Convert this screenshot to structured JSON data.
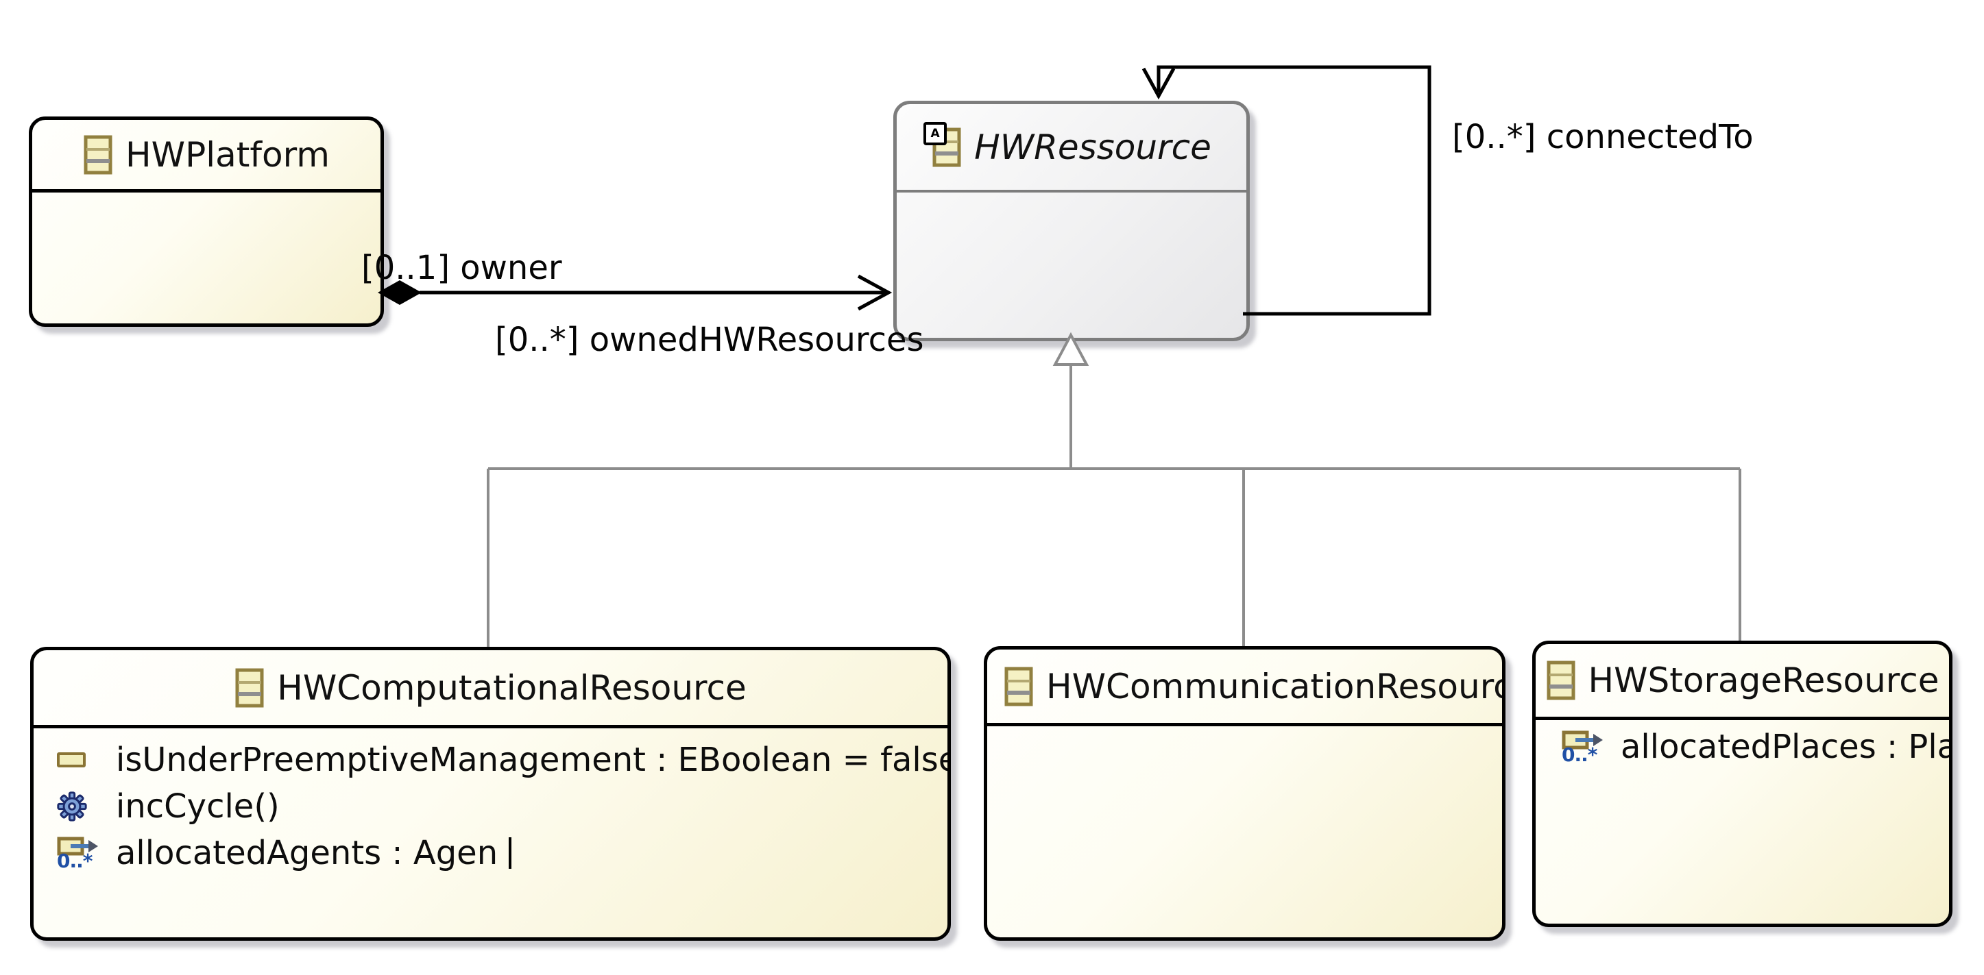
{
  "diagram_type": "ecore-class-diagram",
  "classes": [
    {
      "name": "HWPlatform",
      "abstract": false,
      "members": []
    },
    {
      "name": "HWRessource",
      "abstract": true,
      "members": []
    },
    {
      "name": "HWComputationalResource",
      "abstract": false,
      "members": [
        {
          "kind": "attribute",
          "label": "isUnderPreemptiveManagement : EBoolean = false"
        },
        {
          "kind": "operation",
          "label": "incCycle()"
        },
        {
          "kind": "reference",
          "label": "allocatedAgents : Agen",
          "multiplicity": "0..*",
          "editing_caret": true
        }
      ]
    },
    {
      "name": "HWCommunicationResource",
      "abstract": false,
      "members": []
    },
    {
      "name": "HWStorageResource",
      "abstract": false,
      "members": [
        {
          "kind": "reference",
          "label": "allocatedPlaces : Place",
          "multiplicity": "0..*"
        }
      ]
    }
  ],
  "edges": {
    "composition": {
      "source": "HWPlatform",
      "target": "HWRessource",
      "source_label": "[0..1] owner",
      "target_label": "[0..*] ownedHWResources"
    },
    "self_association": {
      "class": "HWRessource",
      "label": "[0..*] connectedTo"
    },
    "generalizations": [
      {
        "child": "HWComputationalResource",
        "parent": "HWRessource"
      },
      {
        "child": "HWCommunicationResource",
        "parent": "HWRessource"
      },
      {
        "child": "HWStorageResource",
        "parent": "HWRessource"
      }
    ]
  },
  "colors": {
    "class_fill_start": "#fffffd",
    "class_fill_end": "#f6f0cd",
    "abstract_fill_start": "#fcfcfc",
    "abstract_fill_end": "#e6e6e8",
    "class_border": "#000000",
    "abstract_border": "#7d7d7d",
    "generalization_line": "#8c8c8c",
    "association_line": "#000000",
    "icon_border": "#8a7435",
    "icon_fill": "#f2eebd",
    "reference_blue": "#2050a5",
    "operation_gear_blue": "#7da0d8"
  }
}
